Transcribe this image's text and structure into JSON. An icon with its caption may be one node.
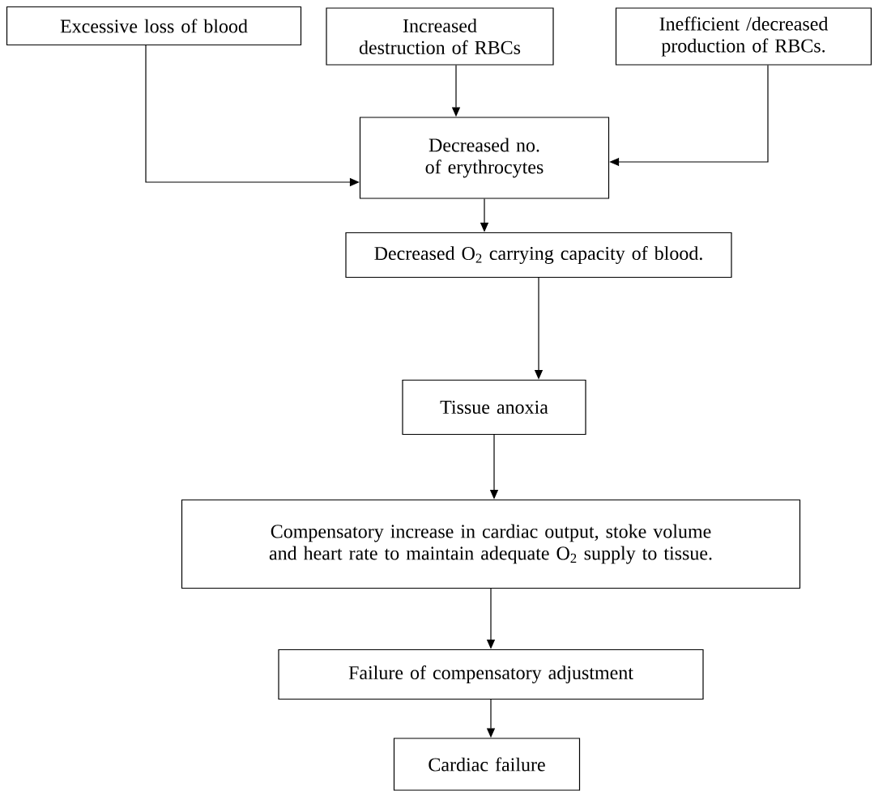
{
  "diagram": {
    "nodes": [
      {
        "text": [
          "Excessive loss of blood"
        ]
      },
      {
        "text": [
          "Increased destruction of RBCs"
        ]
      },
      {
        "text": [
          "Inefficient /decreased production of RBCs."
        ]
      },
      {
        "text": [
          "Decreased no. of erythrocytes"
        ]
      },
      {
        "text": [
          "Decreased O$_{2}$ carrying capacity of blood."
        ]
      },
      {
        "text": [
          "Tissue anoxia"
        ]
      },
      {
        "text": [
          "Compensatory increase in cardiac output, stoke volume and heart rate to maintain adequate O$_{2}$ supply to tissue."
        ]
      },
      {
        "text": [
          "Failure of compensatory adjustment"
        ]
      },
      {
        "text": [
          "Cardiac failure"
        ]
      }
    ],
    "edges": [
      {
        "from": 0,
        "to": 3,
        "arrow": "to"
      },
      {
        "from": 1,
        "to": 3,
        "arrow": "to"
      },
      {
        "from": 2,
        "to": 3,
        "arrow": "to"
      },
      {
        "from": 3,
        "to": 4,
        "arrow": "to"
      },
      {
        "from": 4,
        "to": 5,
        "arrow": "to"
      },
      {
        "from": 5,
        "to": 6,
        "arrow": "to"
      },
      {
        "from": 6,
        "to": 7,
        "arrow": "to"
      },
      {
        "from": 7,
        "to": 8,
        "arrow": "to"
      }
    ]
  }
}
